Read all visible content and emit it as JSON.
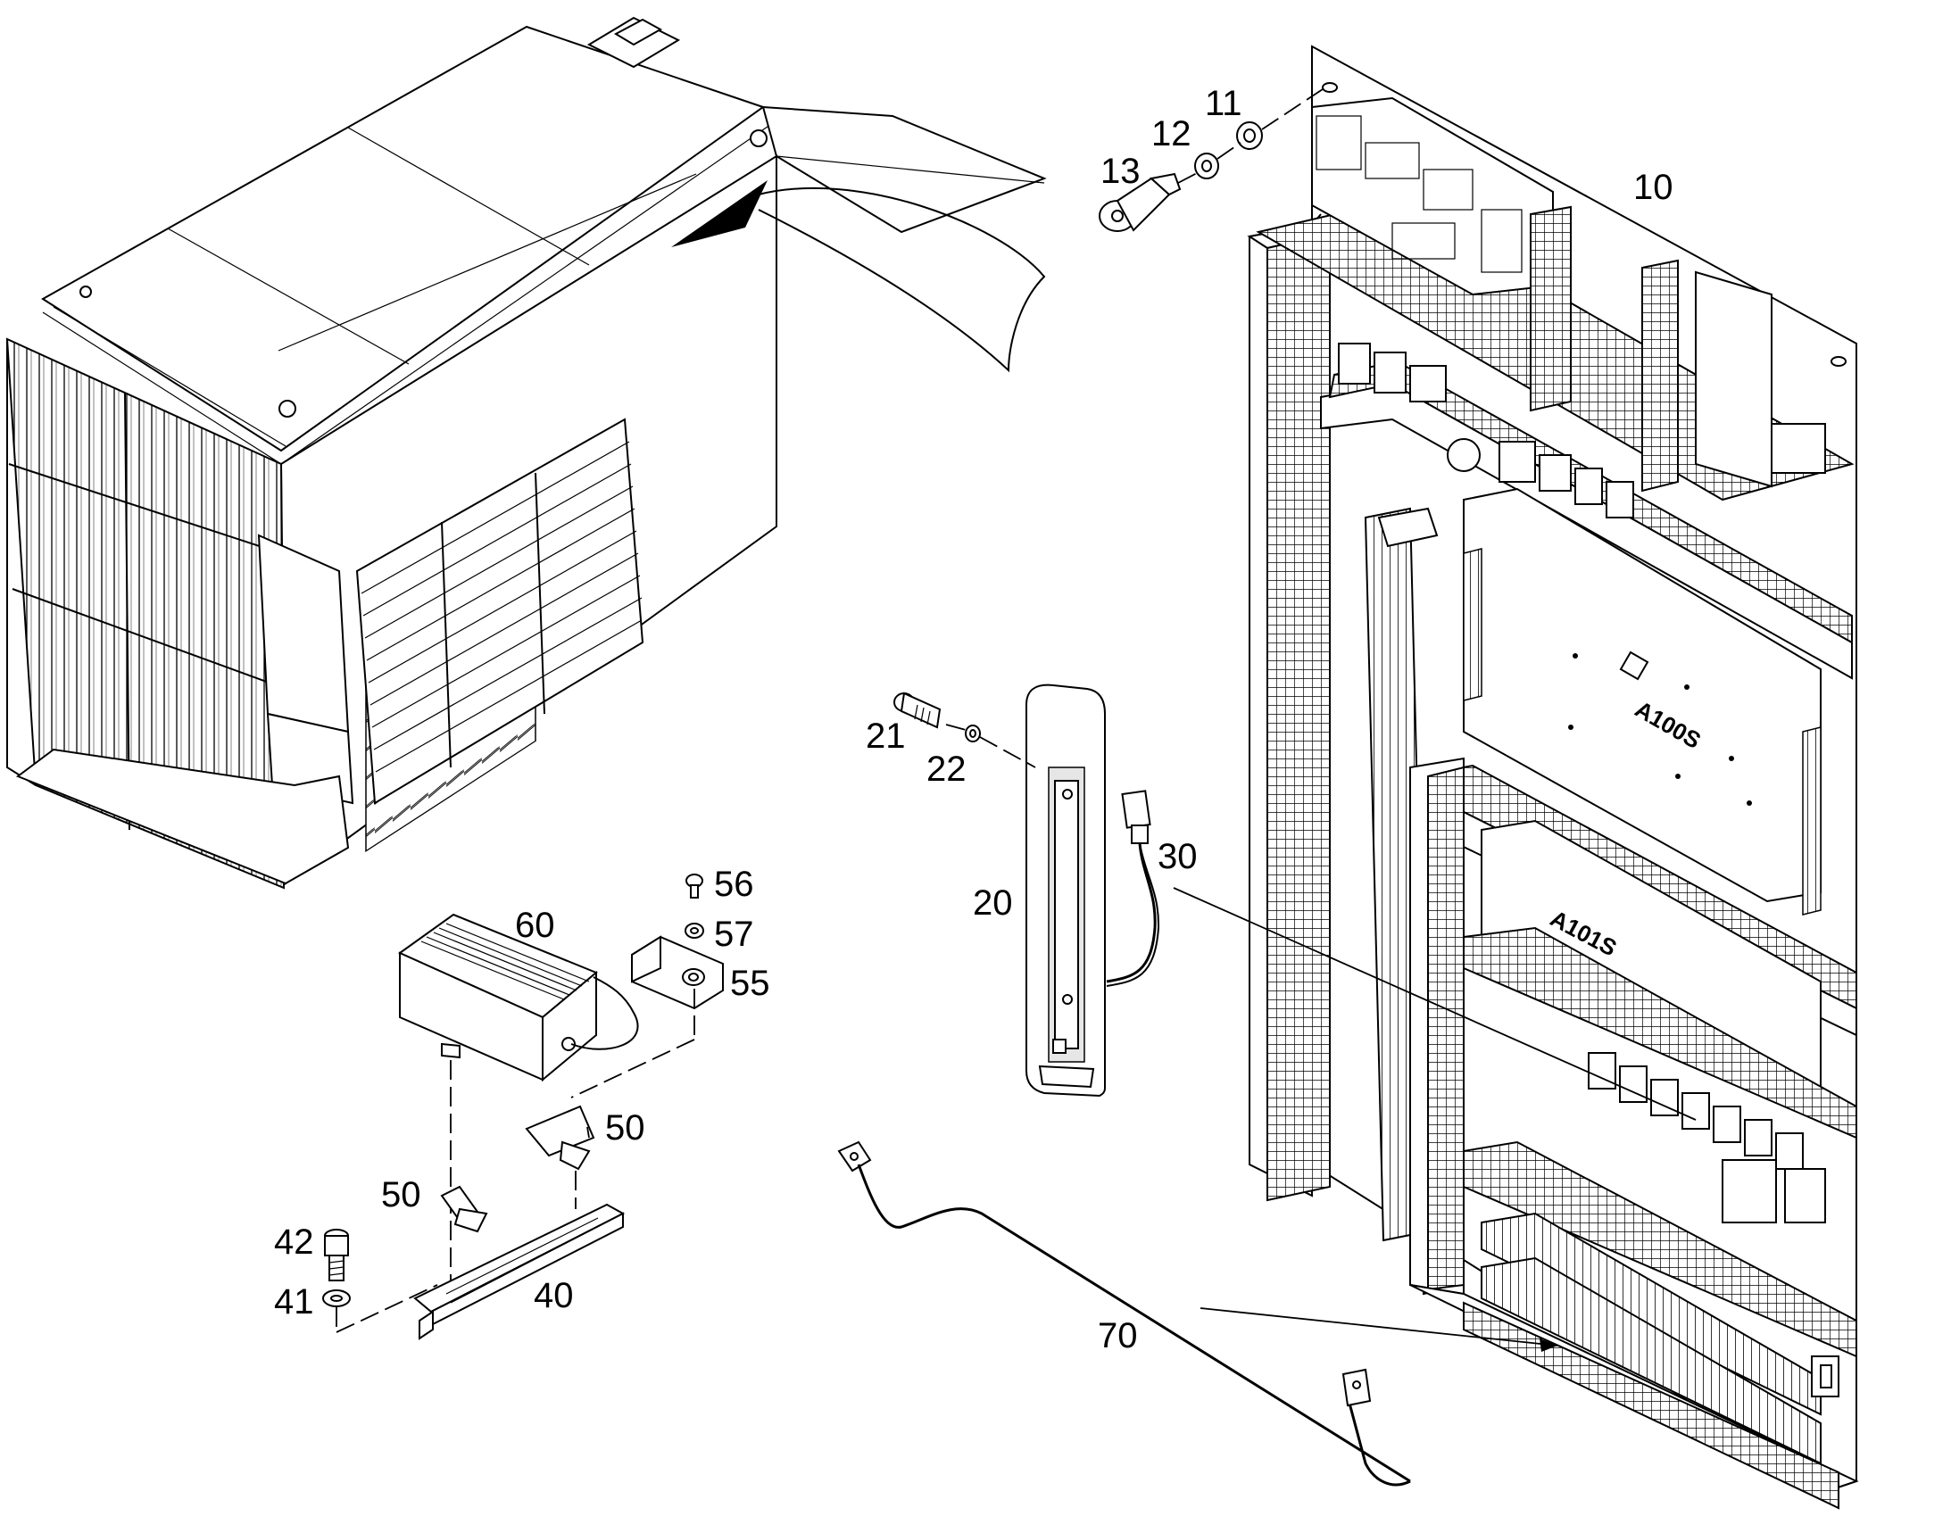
{
  "callouts": {
    "c10": "10",
    "c11": "11",
    "c12": "12",
    "c13": "13",
    "c20": "20",
    "c21": "21",
    "c22": "22",
    "c30": "30",
    "c40": "40",
    "c41": "41",
    "c42": "42",
    "c50a": "50",
    "c50b": "50",
    "c55": "55",
    "c56": "56",
    "c57": "57",
    "c60": "60",
    "c70": "70"
  },
  "board_labels": {
    "a100": "A100S",
    "a101": "A101S"
  }
}
